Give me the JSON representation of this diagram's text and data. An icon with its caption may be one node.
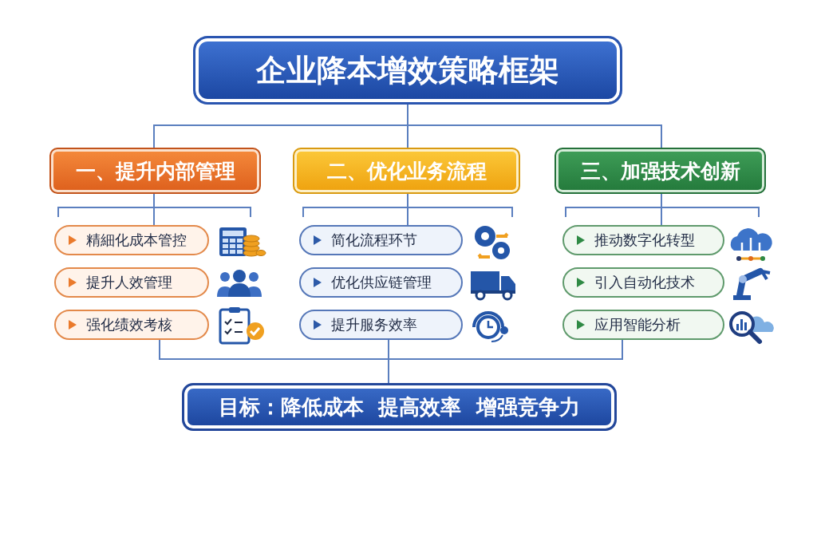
{
  "diagram": {
    "nodes": [
      {
        "text": [
          "企业降本增效策略框架"
        ]
      },
      {
        "text": [
          "一、提升内部管理"
        ]
      },
      {
        "text": [
          "二、优化业务流程"
        ]
      },
      {
        "text": [
          "三、加强技术创新"
        ]
      },
      {
        "text": [
          "精細化成本管控"
        ]
      },
      {
        "text": [
          "提升人效管理"
        ]
      },
      {
        "text": [
          "强化绩效考核"
        ]
      },
      {
        "text": [
          "简化流程环节"
        ]
      },
      {
        "text": [
          "优化供应链管理"
        ]
      },
      {
        "text": [
          "提升服务效率"
        ]
      },
      {
        "text": [
          "推动数字化转型"
        ]
      },
      {
        "text": [
          "引入自动化技术"
        ]
      },
      {
        "text": [
          "应用智能分析"
        ]
      },
      {
        "text": [
          "目标：降低成本  提高效率  增强竞争力"
        ]
      }
    ],
    "edges": [
      {
        "from": 0,
        "to": 1,
        "arrow": "none"
      },
      {
        "from": 0,
        "to": 2,
        "arrow": "none"
      },
      {
        "from": 0,
        "to": 3,
        "arrow": "none"
      },
      {
        "from": 1,
        "to": 4,
        "arrow": "none"
      },
      {
        "from": 2,
        "to": 7,
        "arrow": "none"
      },
      {
        "from": 3,
        "to": 10,
        "arrow": "none"
      },
      {
        "from": 6,
        "to": 13,
        "arrow": "none"
      },
      {
        "from": 9,
        "to": 13,
        "arrow": "none"
      },
      {
        "from": 12,
        "to": 13,
        "arrow": "none"
      }
    ]
  }
}
